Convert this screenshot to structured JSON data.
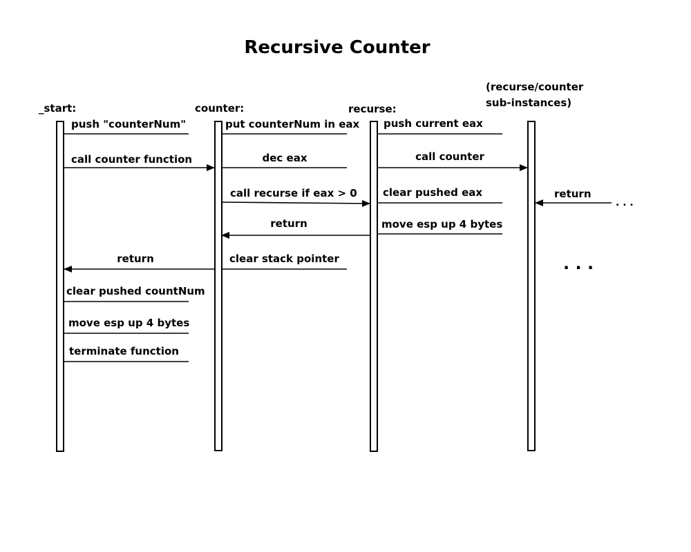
{
  "title": "Recursive Counter",
  "lifelines": {
    "start": "_start:",
    "counter": "counter:",
    "recurse": "recurse:",
    "sub_line1": "(recurse/counter",
    "sub_line2": "sub-instances)"
  },
  "messages": {
    "m1": "push \"counterNum\"",
    "m2": "call counter function",
    "m3": "put counterNum in eax",
    "m4": "dec eax",
    "m5": "call recurse if eax > 0",
    "m6": "return",
    "m7": "return",
    "m8": "clear stack pointer",
    "m9": "push current eax",
    "m10": "call counter",
    "m11": "clear pushed eax",
    "m12": "move esp up 4 bytes",
    "m13": "return",
    "m14": "clear pushed countNum",
    "m15": "move esp up 4 bytes",
    "m16": "terminate function"
  },
  "ellipsis": {
    "small": ". . .",
    "large": ". . ."
  }
}
